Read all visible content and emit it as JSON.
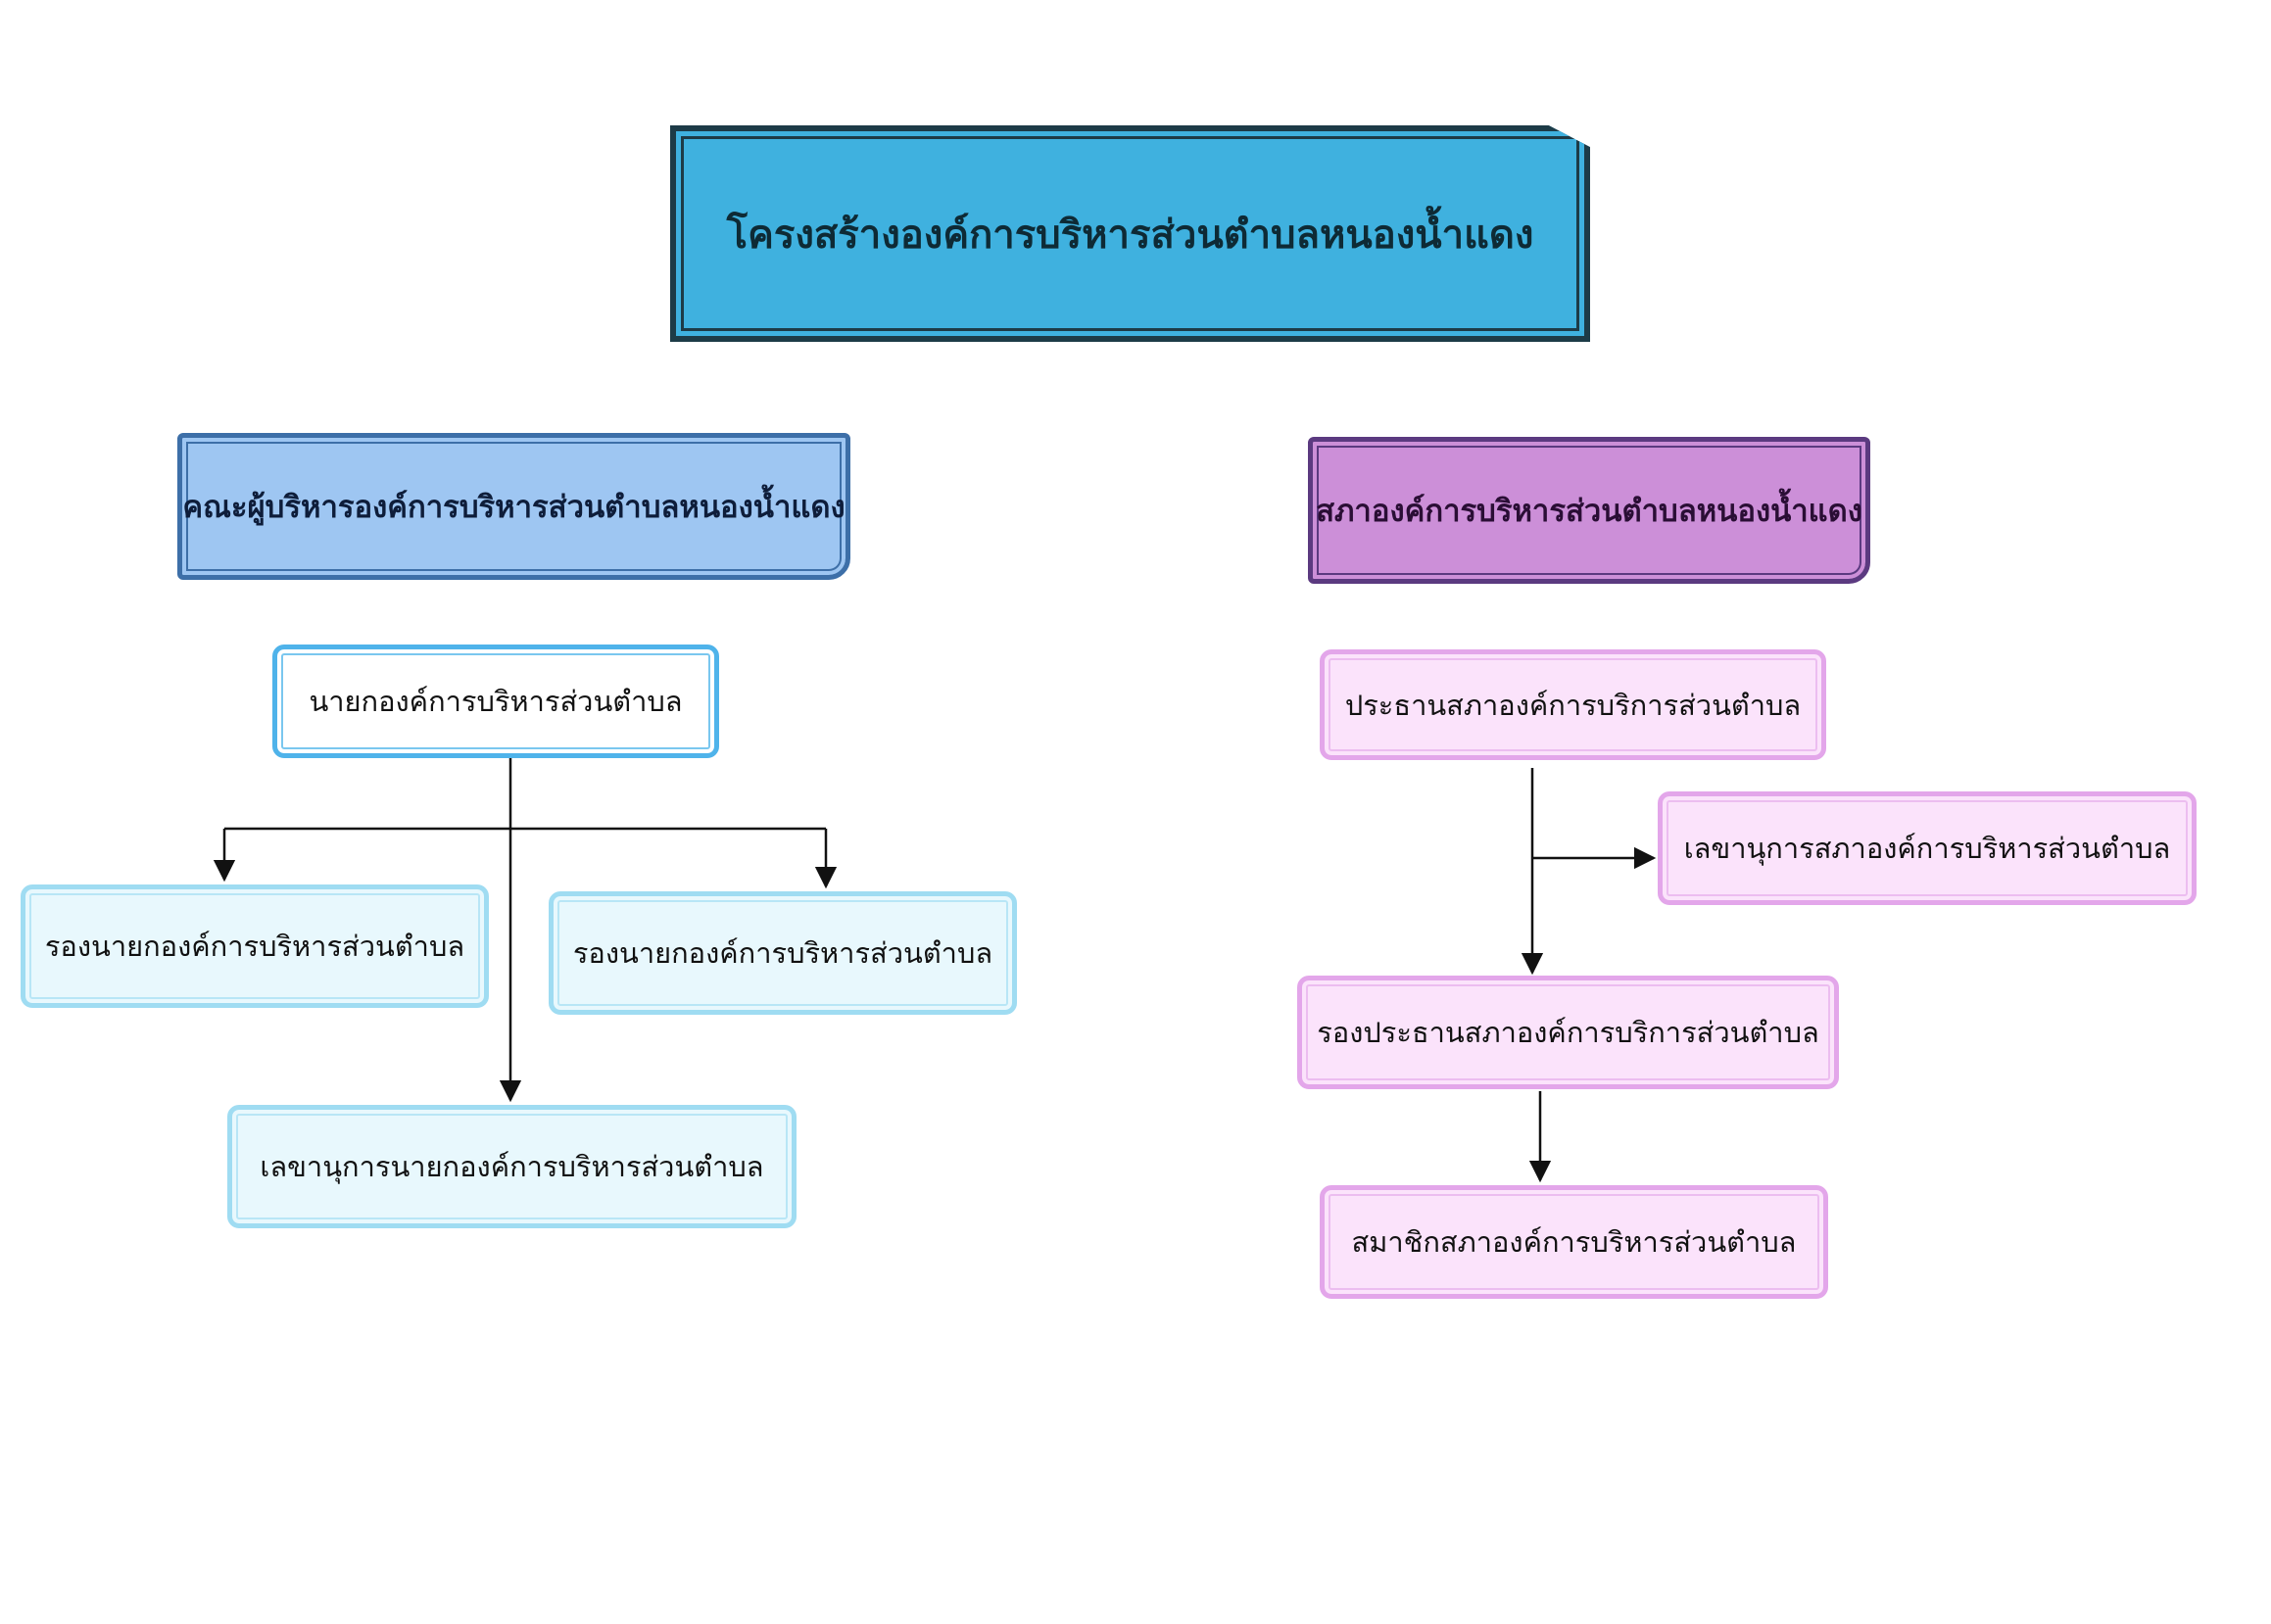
{
  "title": "โครงสร้างองค์การบริหารส่วนตำบลหนองน้ำแดง",
  "left_branch": {
    "header": "คณะผู้บริหารองค์การบริหารส่วนตำบลหนองน้ำแดง",
    "mayor": "นายกองค์การบริหารส่วนตำบล",
    "deputy_1": "รองนายกองค์การบริหารส่วนตำบล",
    "deputy_2": "รองนายกองค์การบริหารส่วนตำบล",
    "secretary": "เลขานุการนายกองค์การบริหารส่วนตำบล"
  },
  "right_branch": {
    "header": "สภาองค์การบริหารส่วนตำบลหนองน้ำแดง",
    "president": "ประธานสภาองค์การบริการส่วนตำบล",
    "secretary": "เลขานุการสภาองค์การบริหารส่วนตำบล",
    "vice_president": "รองประธานสภาองค์การบริการส่วนตำบล",
    "members": "สมาชิกสภาองค์การบริหารส่วนตำบล"
  },
  "colors": {
    "title_fill": "#3fb1df",
    "left_header_fill": "#9ec6f2",
    "right_header_fill": "#cc8fd8",
    "left_node_border": "#4fb3ea",
    "right_node_fill": "#fbe3fb",
    "connector": "#111111"
  }
}
